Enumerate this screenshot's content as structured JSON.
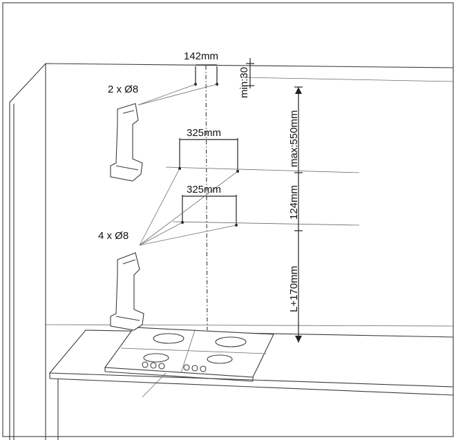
{
  "labels": {
    "top_spacing": "142mm",
    "min_clearance": "min:30",
    "upper_plugs": "2 x Ø8",
    "max_height": "max:550mm",
    "spacing_325_a": "325mm",
    "spacing_325_b": "325mm",
    "spacing_124": "124mm",
    "lower_plugs": "4 x Ø8",
    "height_l170": "L+170mm"
  }
}
